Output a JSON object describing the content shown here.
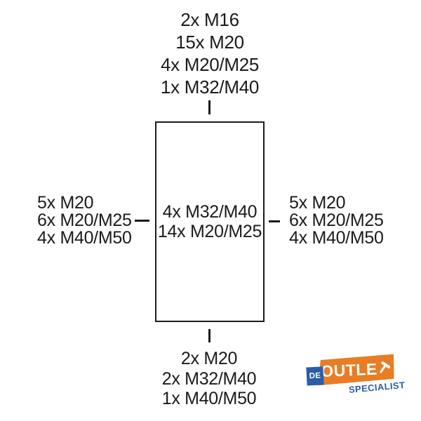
{
  "diagram": {
    "description": "enclosure cable-entry diagram",
    "top_labels": [
      "2x M16",
      "15x M20",
      "4x M20/M25",
      "1x M32/M40"
    ],
    "left_labels": [
      "5x M20",
      "6x M20/M25",
      "4x M40/M50"
    ],
    "right_labels": [
      "5x M20",
      "6x M20/M25",
      "4x M40/M50"
    ],
    "center_labels": [
      "4x M32/M40",
      "14x M20/M25"
    ],
    "bottom_labels": [
      "2x M20",
      "2x M32/M40",
      "1x M40/M50"
    ],
    "line_color": "#1b1b1b"
  },
  "logo": {
    "de": "DE",
    "outlet_display": "OUTLE",
    "outlet_full": "OUTLET",
    "gavel_icon": "gavel-t-icon",
    "specialist": "SPECIALIST",
    "orange": "#E87D25",
    "blue": "#2B5CA6"
  }
}
